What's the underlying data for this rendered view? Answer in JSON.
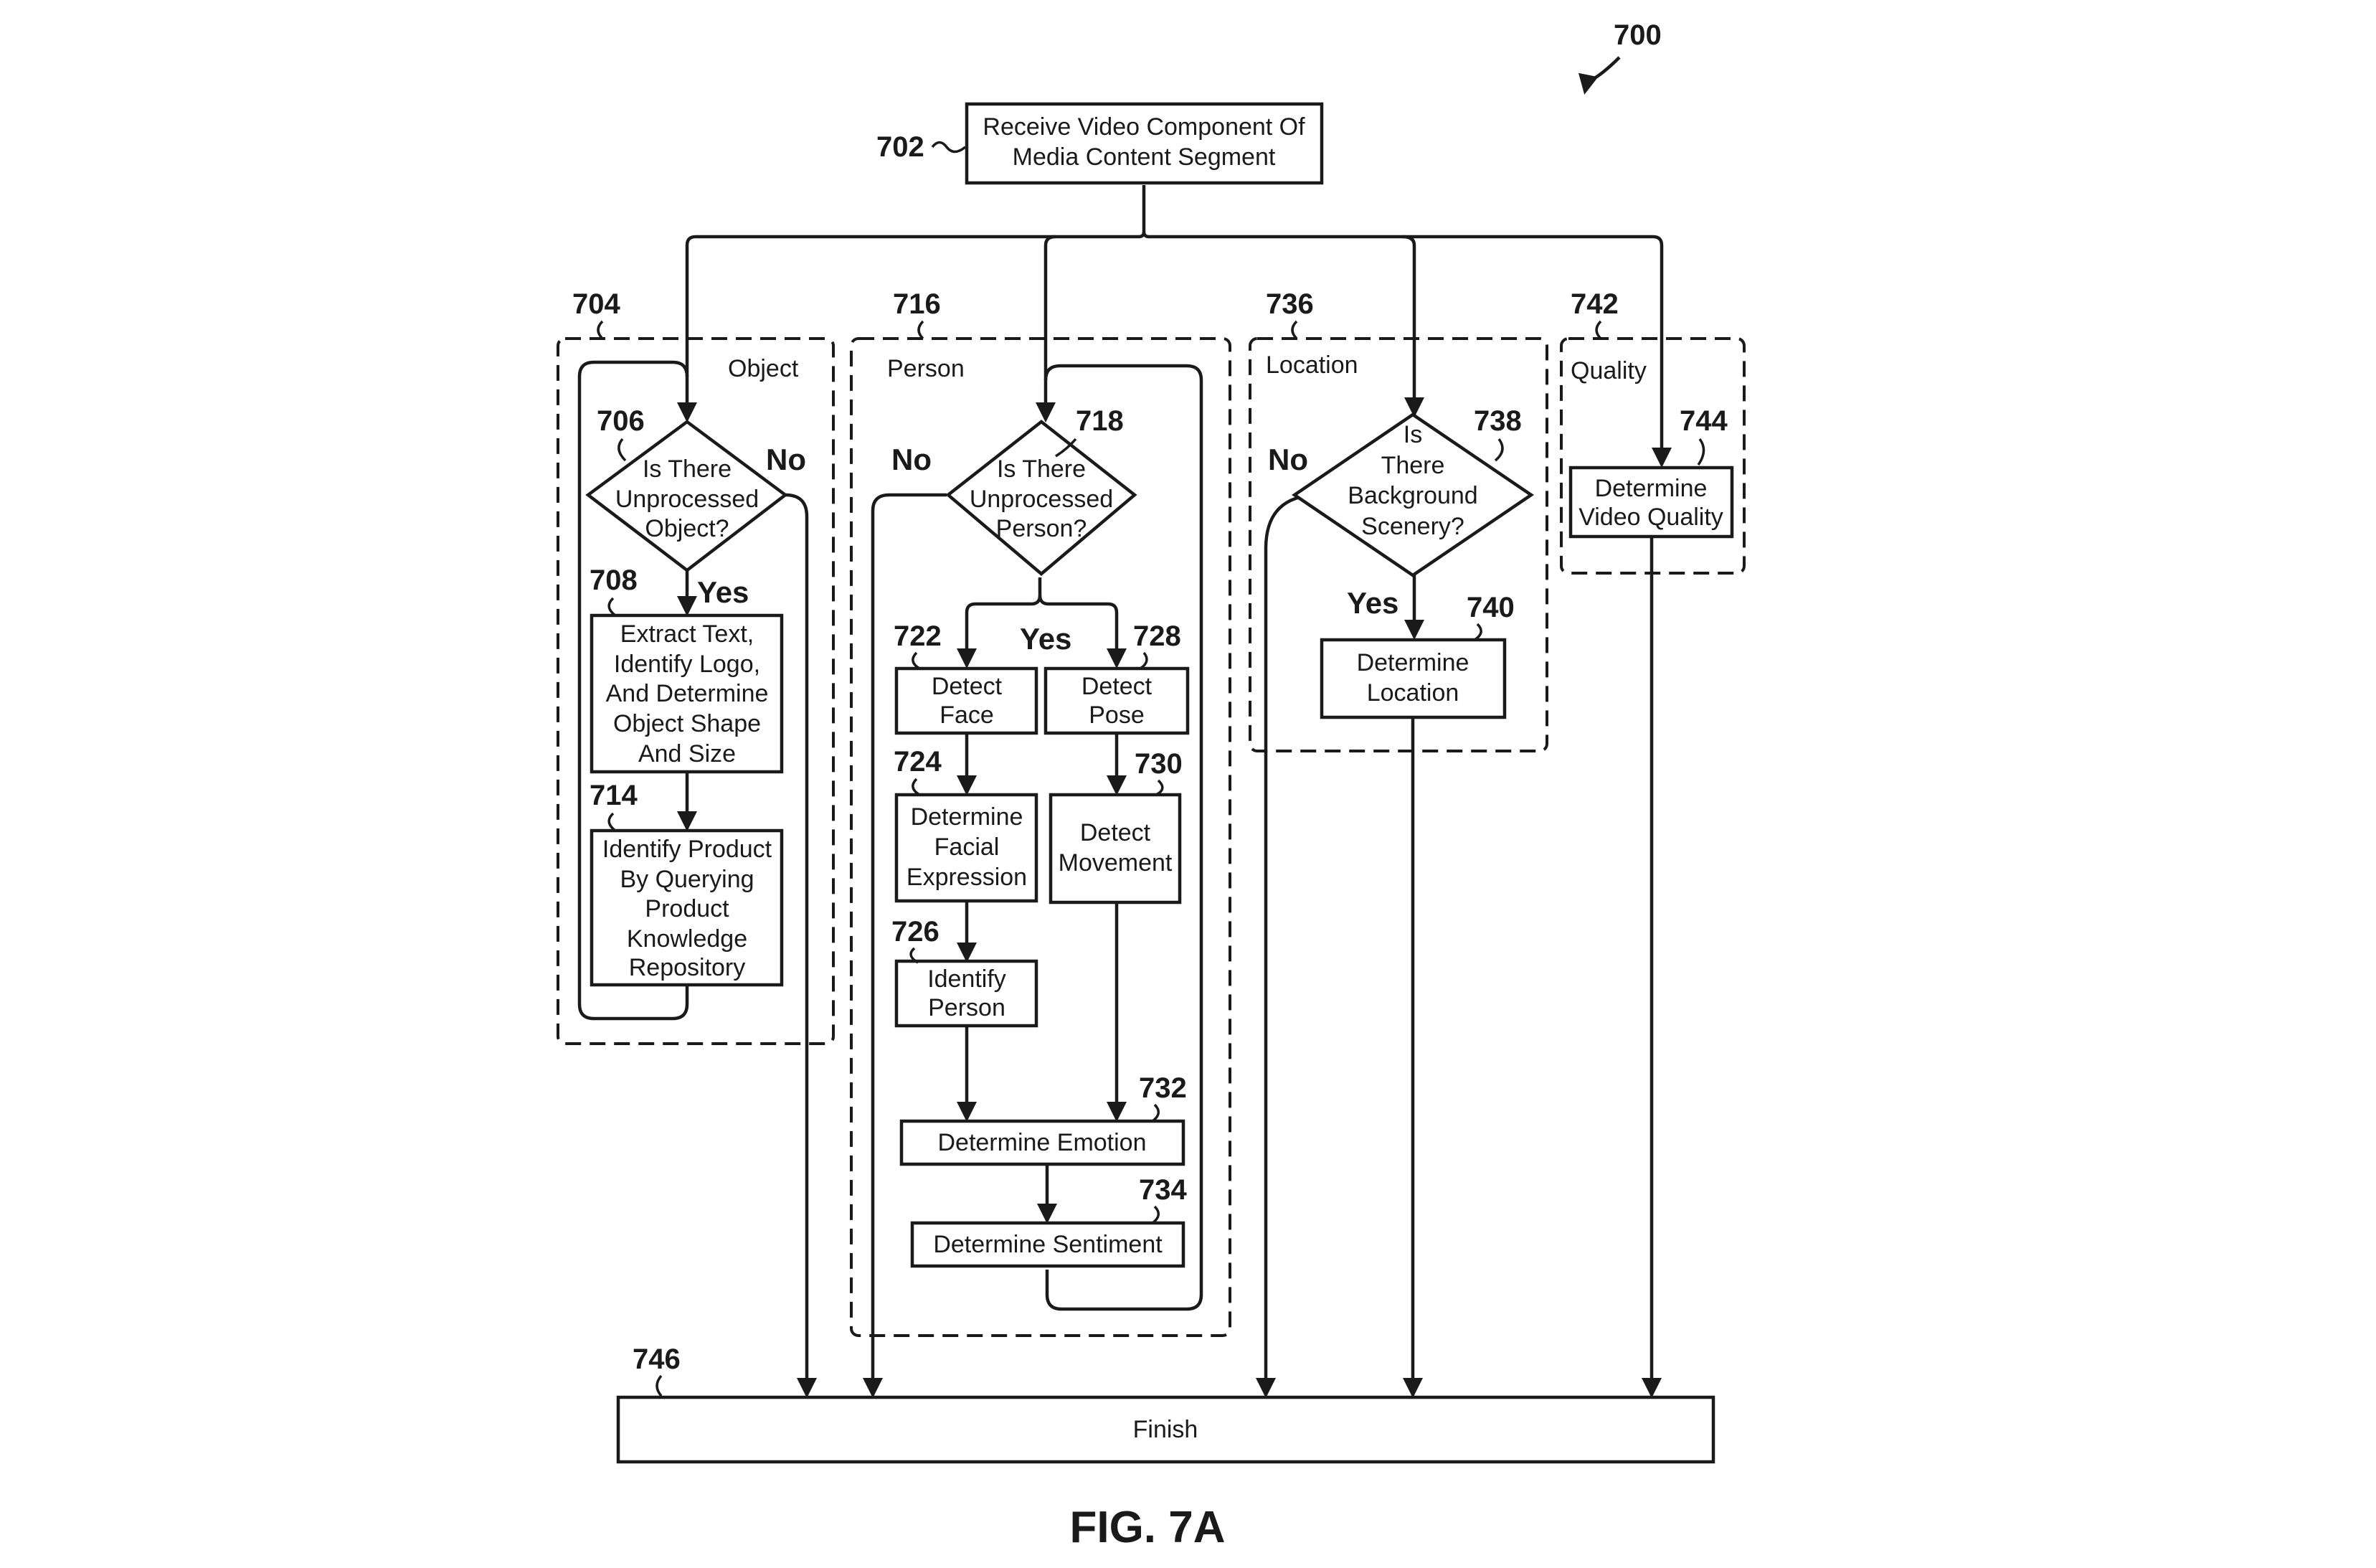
{
  "figure_title": "FIG. 7A",
  "refs": {
    "r700": "700",
    "r702": "702",
    "r704": "704",
    "r706": "706",
    "r708": "708",
    "r714": "714",
    "r716": "716",
    "r718": "718",
    "r722": "722",
    "r724": "724",
    "r726": "726",
    "r728": "728",
    "r730": "730",
    "r732": "732",
    "r734": "734",
    "r736": "736",
    "r738": "738",
    "r740": "740",
    "r742": "742",
    "r744": "744",
    "r746": "746"
  },
  "groups": {
    "object": "Object",
    "person": "Person",
    "location": "Location",
    "quality": "Quality"
  },
  "start": [
    "Receive Video Component Of",
    "Media Content Segment"
  ],
  "object_decision": [
    "Is There",
    "Unprocessed",
    "Object?"
  ],
  "extract": [
    "Extract Text,",
    "Identify Logo,",
    "And Determine",
    "Object Shape",
    "And Size"
  ],
  "identify_product": [
    "Identify Product",
    "By Querying",
    "Product",
    "Knowledge",
    "Repository"
  ],
  "person_decision": [
    "Is There",
    "Unprocessed",
    "Person?"
  ],
  "detect_face": [
    "Detect",
    "Face"
  ],
  "detect_pose": [
    "Detect",
    "Pose"
  ],
  "facial_expression": [
    "Determine",
    "Facial",
    "Expression"
  ],
  "detect_movement": [
    "Detect",
    "Movement"
  ],
  "identify_person": [
    "Identify",
    "Person"
  ],
  "determine_emotion": "Determine Emotion",
  "determine_sentiment": "Determine Sentiment",
  "location_decision": [
    "Is",
    "There",
    "Background",
    "Scenery?"
  ],
  "determine_location": [
    "Determine",
    "Location"
  ],
  "video_quality": [
    "Determine",
    "Video Quality"
  ],
  "finish": "Finish",
  "yes_no": {
    "object_no": "No",
    "object_yes": "Yes",
    "person_no": "No",
    "person_yes": "Yes",
    "location_no": "No",
    "location_yes": "Yes"
  }
}
